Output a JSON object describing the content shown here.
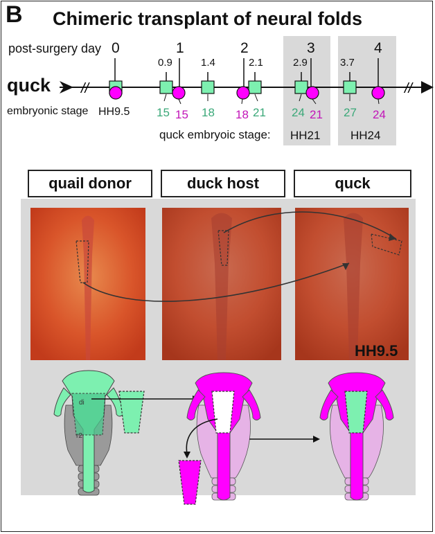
{
  "panel_letter": "B",
  "title": "Chimeric transplant of neural folds",
  "timeline": {
    "post_surgery_label": "post-surgery day",
    "row_label": "quck",
    "embryonic_label": "embryonic stage",
    "host_stage_start": "HH9.5",
    "quck_stage_label": "quck embryoic stage:",
    "quck_stages": [
      "HH21",
      "HH24"
    ],
    "days": [
      "0",
      "1",
      "2",
      "3",
      "4"
    ],
    "decimal_days": [
      "0.9",
      "1.4",
      "2.1",
      "2.9",
      "3.7"
    ],
    "quail_stages": [
      "15",
      "18",
      "21",
      "24",
      "27"
    ],
    "duck_stages": [
      "15",
      "18",
      "21",
      "24"
    ]
  },
  "headers": {
    "donor": "quail donor",
    "host": "duck host",
    "chimera": "quck"
  },
  "photo_stage": "HH9.5",
  "diagram_labels": {
    "di": "di",
    "r2": "r2"
  },
  "colors": {
    "quail": "#7df0b0",
    "duck": "#ff00ff",
    "duck_light": "#e6b3e6",
    "neural_grey": "#9a9a9a",
    "embryo_photo": "#d9552a"
  }
}
